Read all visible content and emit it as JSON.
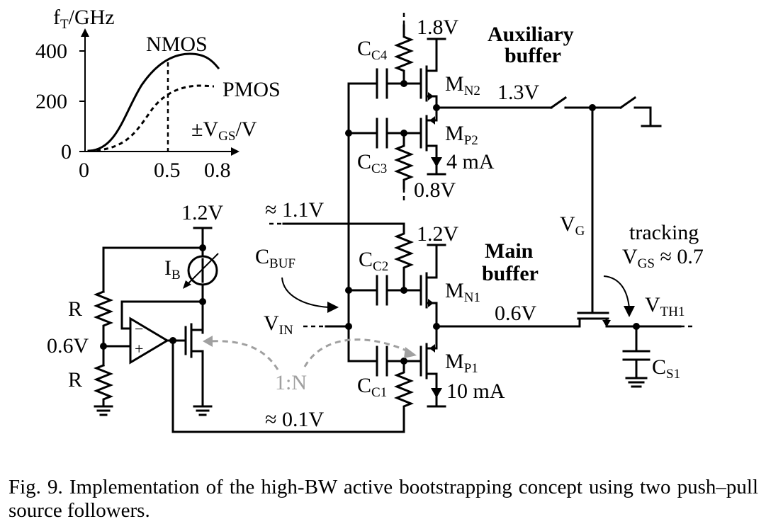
{
  "graph": {
    "y_label_main": "f",
    "y_label_sub": "T",
    "y_label_unit": "/GHz",
    "y_ticks": [
      "400",
      "200",
      "0"
    ],
    "x_ticks": [
      "0",
      "0.5",
      "0.8"
    ],
    "x_label_pre": "±V",
    "x_label_sub": "GS",
    "x_label_unit": "/V",
    "curve_nmos": "NMOS",
    "curve_pmos": "PMOS"
  },
  "aux": {
    "title_line1": "Auxiliary",
    "title_line2": "buffer",
    "v_top": "1.8V",
    "v_bottom": "0.8V",
    "v_out": "1.3V",
    "current": "4 mA",
    "mn_main": "M",
    "mn_sub": "N2",
    "mp_main": "M",
    "mp_sub": "P2",
    "cc4_main": "C",
    "cc4_sub": "C4",
    "cc3_main": "C",
    "cc3_sub": "C3"
  },
  "main": {
    "title_line1": "Main",
    "title_line2": "buffer",
    "v_top": "1.2V",
    "v_out": "0.6V",
    "current": "10 mA",
    "mn_main": "M",
    "mn_sub": "N1",
    "mp_main": "M",
    "mp_sub": "P1",
    "cc2_main": "C",
    "cc2_sub": "C2",
    "cc1_main": "C",
    "cc1_sub": "C1"
  },
  "bias": {
    "v_supply": "1.2V",
    "ib_main": "I",
    "ib_sub": "B",
    "r_top": "R",
    "r_bottom": "R",
    "v_mid": "0.6V",
    "ratio": "1:N",
    "v_loop": "≈ 0.1V",
    "opamp_minus": "−",
    "opamp_plus": "+"
  },
  "nodes": {
    "v_bias_line": "≈ 1.1V",
    "cbuf_main": "C",
    "cbuf_sub": "BUF",
    "vin_main": "V",
    "vin_sub": "IN",
    "vg_main": "V",
    "vg_sub": "G",
    "tracking_line1": "tracking",
    "tracking_v": "V",
    "tracking_sub": "GS",
    "tracking_val": " ≈ 0.7",
    "vth_main": "V",
    "vth_sub": "TH1",
    "cs_main": "C",
    "cs_sub": "S1"
  },
  "caption": "Fig. 9.  Implementation of the high-BW active bootstrapping concept using two push–pull source followers."
}
